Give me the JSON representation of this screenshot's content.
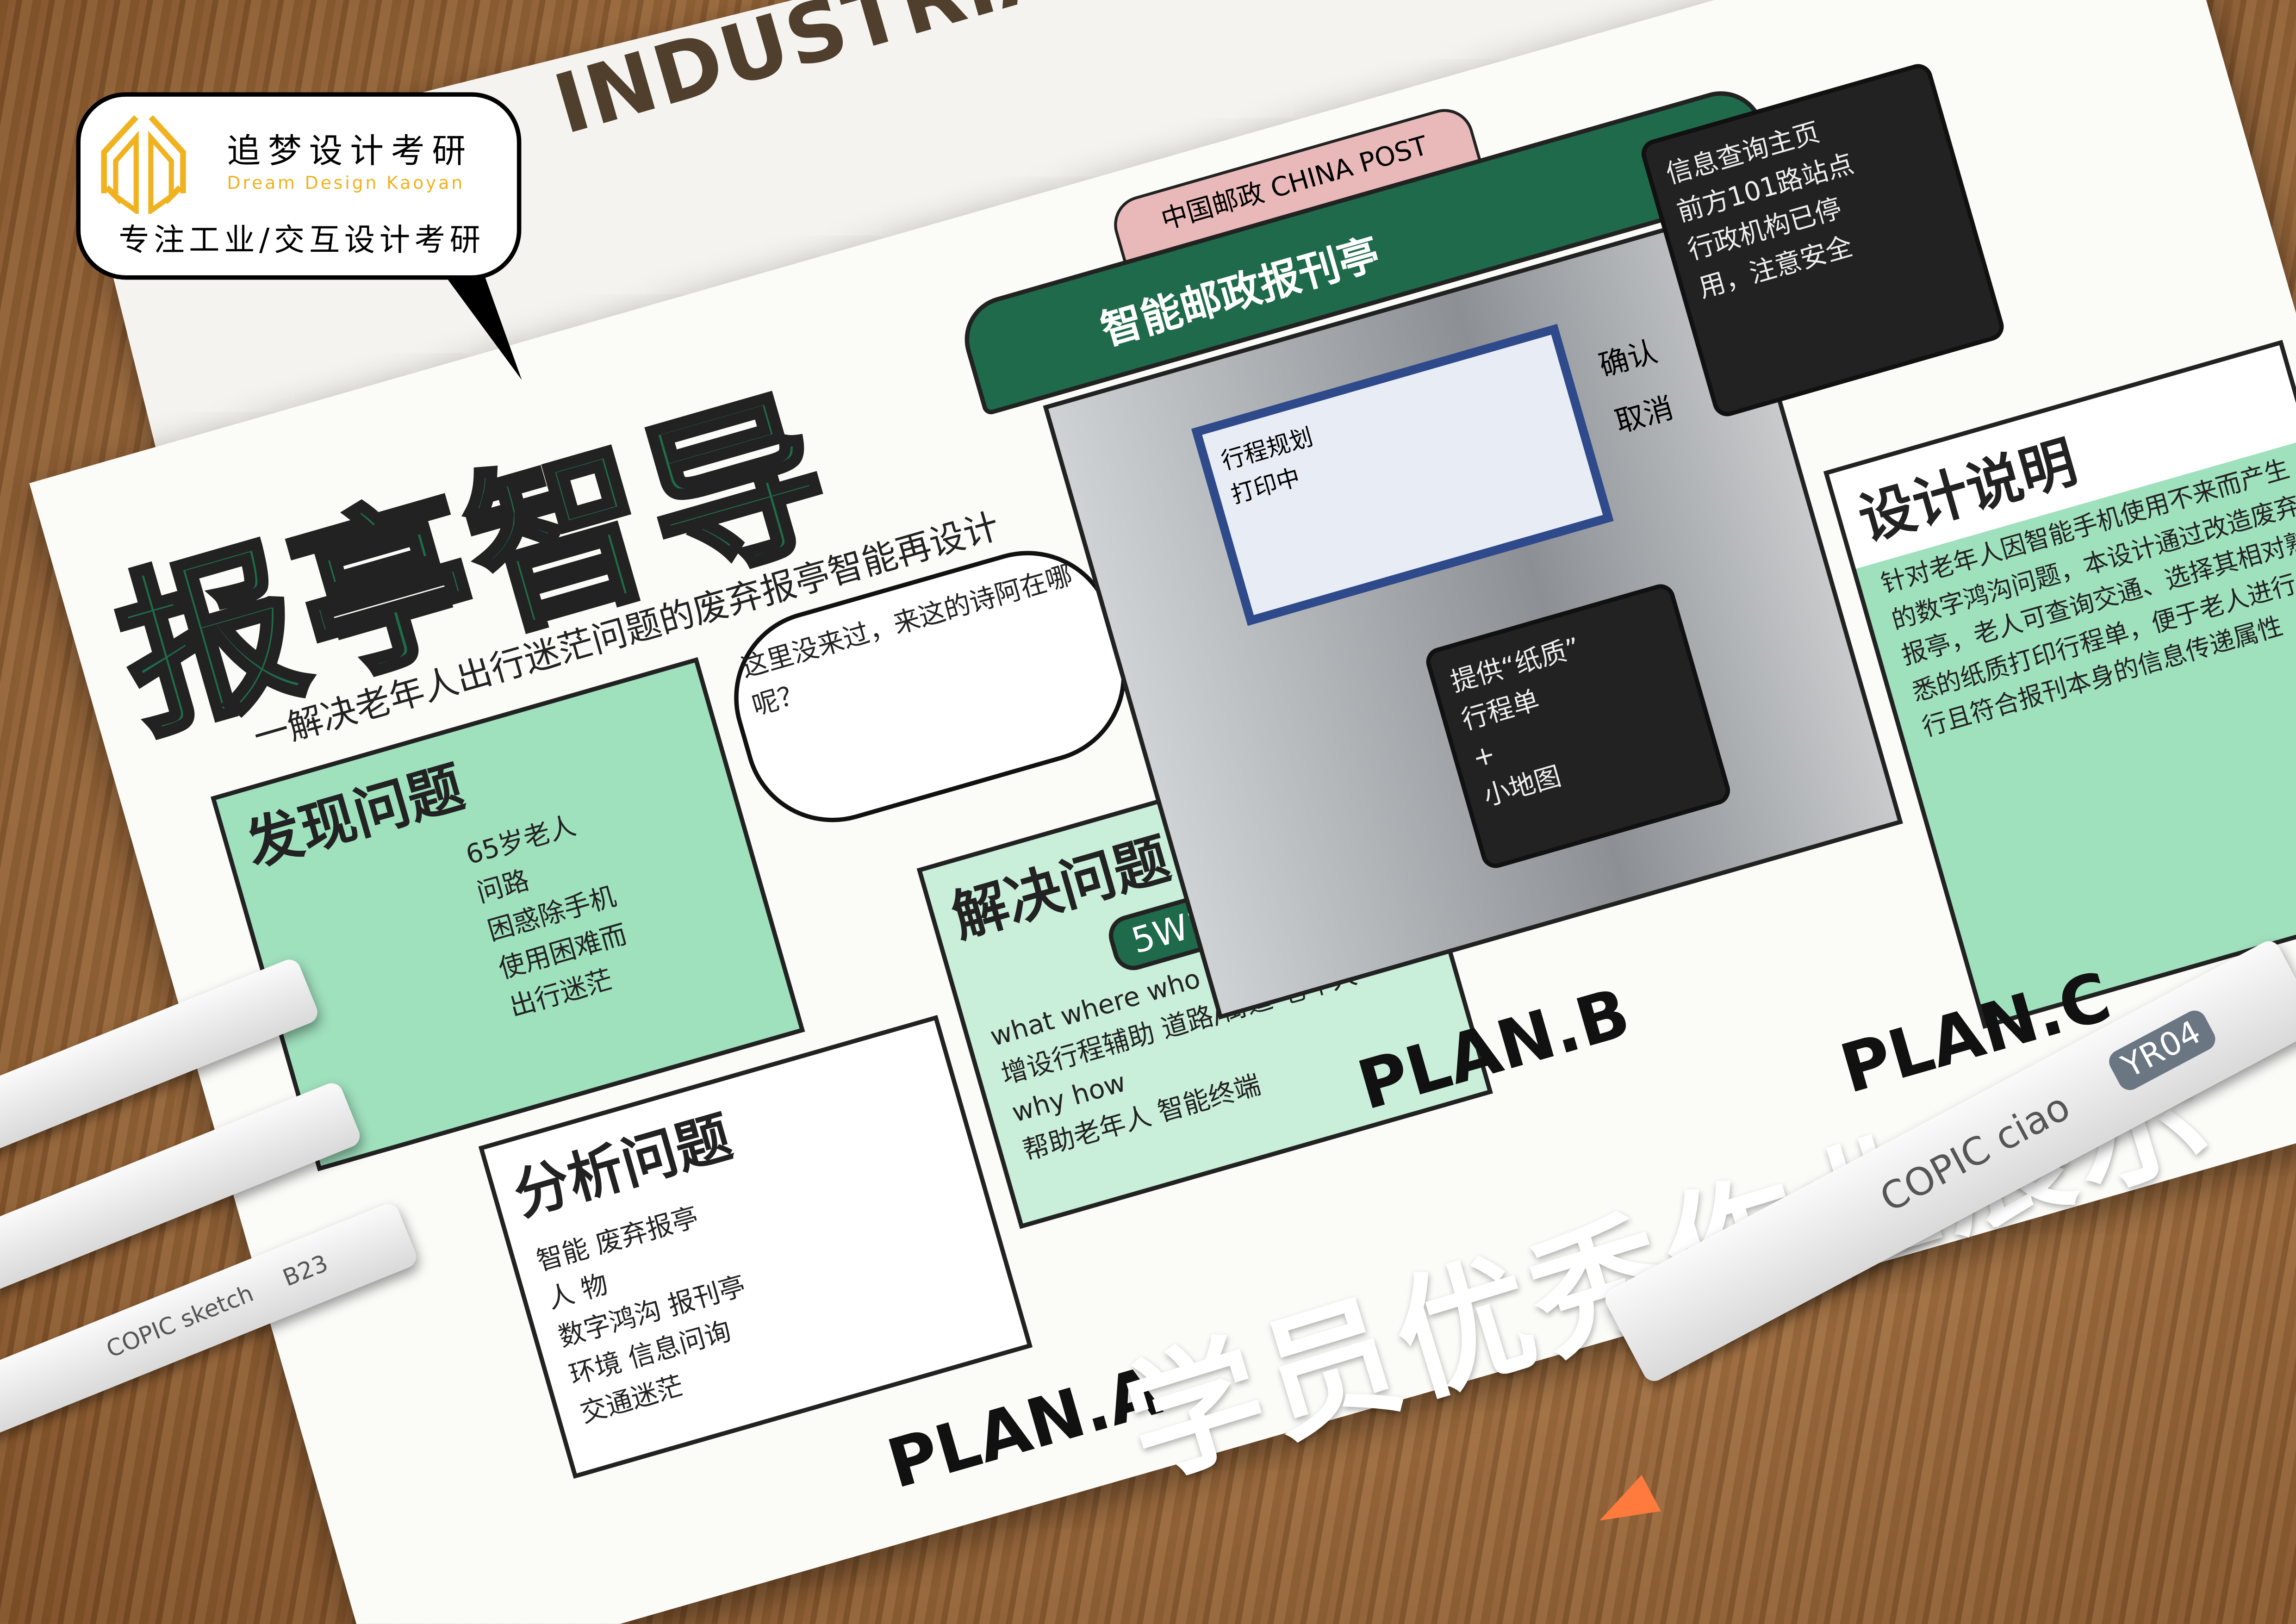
{
  "logo": {
    "name_cn": "追梦设计考研",
    "name_en": "Dream Design Kaoyan",
    "slogan": "专注工业/交互设计考研",
    "brand_color": "#f0b21f"
  },
  "headline": "INDUSTRIAL DESIGN",
  "showcase_title": "学员优秀作业展示",
  "sheet": {
    "title": "报亭智导",
    "subtitle": "一解决老年人出行迷茫问题的废弃报亭智能再设计",
    "discover": {
      "heading": "发现问题",
      "text": "65岁老人\n问路\n困惑除手机\n使用困难而\n出行迷茫"
    },
    "analyze": {
      "heading": "分析问题",
      "text": "智能  废弃报亭\n人  物\n数字鸿沟  报刊亭\n环境  信息问询\n交通迷茫"
    },
    "solve": {
      "heading": "解决问题",
      "method": "5W1H",
      "text": "what  where  who\n增设行程辅助  道路/街道  老年人\nwhy  how\n帮助老年人  智能终端"
    },
    "thought_bubble": "这里没来过，来这的诗阿在哪呢？",
    "kiosk_sign": "中国邮政 CHINA POST",
    "kiosk_label": "智能邮政报刊亭",
    "screen_text": "行程规划\n打印中",
    "screen_buttons": [
      "确认",
      "取消"
    ],
    "info_board": "信息查询主页\n前方101路站点\n行政机构已停\n用，注意安全",
    "map_board": "提供“纸质”\n行程单\n+\n小地图",
    "design_note": {
      "heading": "设计说明",
      "text": "针对老年人因智能手机使用不来而产生的数字鸿沟问题，本设计通过改造废弃报亭，老人可查询交通、选择其相对熟悉的纸质打印行程单，便于老人进行出行且符合报刊本身的信息传递属性"
    },
    "plans": [
      "PLAN.A",
      "PLAN.B",
      "PLAN.C"
    ],
    "palette": {
      "green": "#1e6a4a",
      "mint": "#9fe0bd",
      "navy": "#2f4a8a"
    }
  },
  "markers": [
    {
      "brand": "COPIC ciao",
      "code": "YR04",
      "tip_color": "#ff7a3d"
    },
    {
      "brand": "COPIC sketch",
      "code": "B23",
      "tip_color": "#58c4d8"
    }
  ]
}
